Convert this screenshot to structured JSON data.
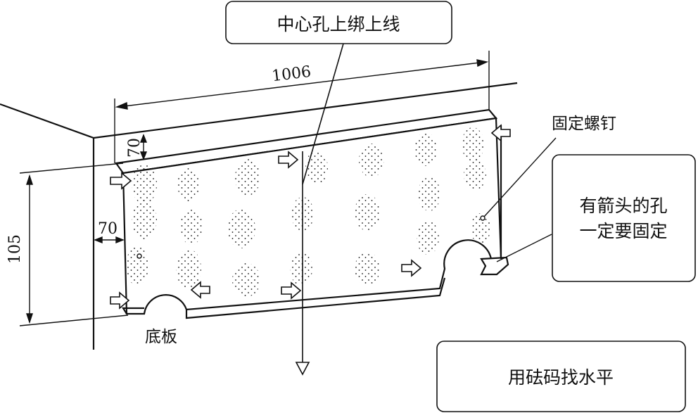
{
  "callouts": {
    "top": "中心孔上绑上线",
    "right_line1": "有箭头的孔",
    "right_line2": "一定要固定",
    "bottom": "用砝码找水平"
  },
  "labels": {
    "screw": "固定螺钉",
    "base_plate": "底板"
  },
  "dimensions": {
    "length": "1006",
    "top_margin": "70",
    "side_margin": "70",
    "height": "105"
  },
  "colors": {
    "line": "#111111",
    "background": "#ffffff"
  }
}
